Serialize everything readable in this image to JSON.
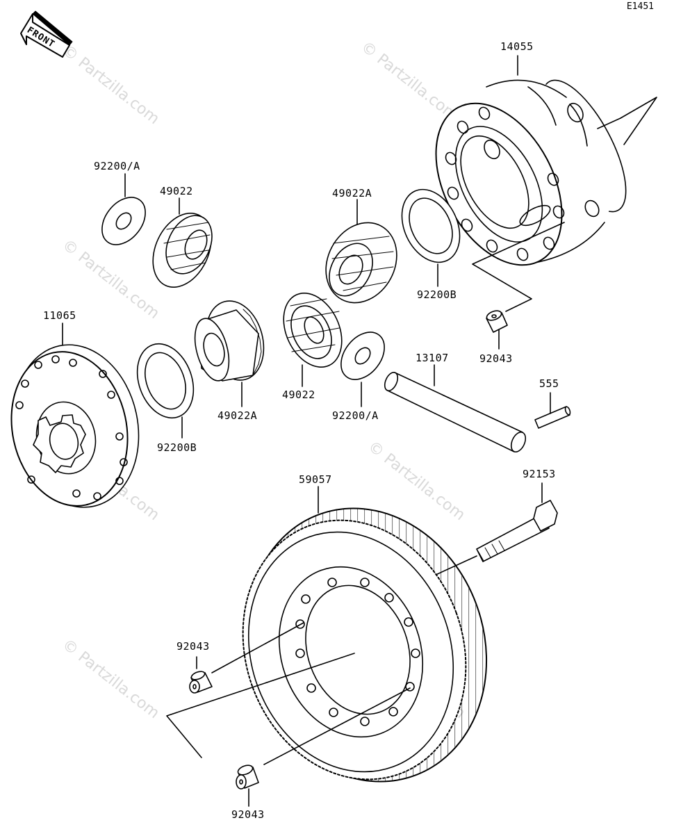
{
  "diagram": {
    "code": "E1451",
    "front_label": "FRONT",
    "watermark": "© Partzilla.com",
    "labels": {
      "p14055": "14055",
      "p92200a_top": "92200/A",
      "p49022_top": "49022",
      "p49022a_top": "49022A",
      "p92200b_right": "92200B",
      "p92043_right": "92043",
      "p11065": "11065",
      "p49022a_bottom": "49022A",
      "p49022_bottom": "49022",
      "p92200a_bottom": "92200/A",
      "p92200b_left": "92200B",
      "p13107": "13107",
      "p555": "555",
      "p59057": "59057",
      "p92153": "92153",
      "p92043_left": "92043",
      "p92043_bottom": "92043"
    }
  }
}
